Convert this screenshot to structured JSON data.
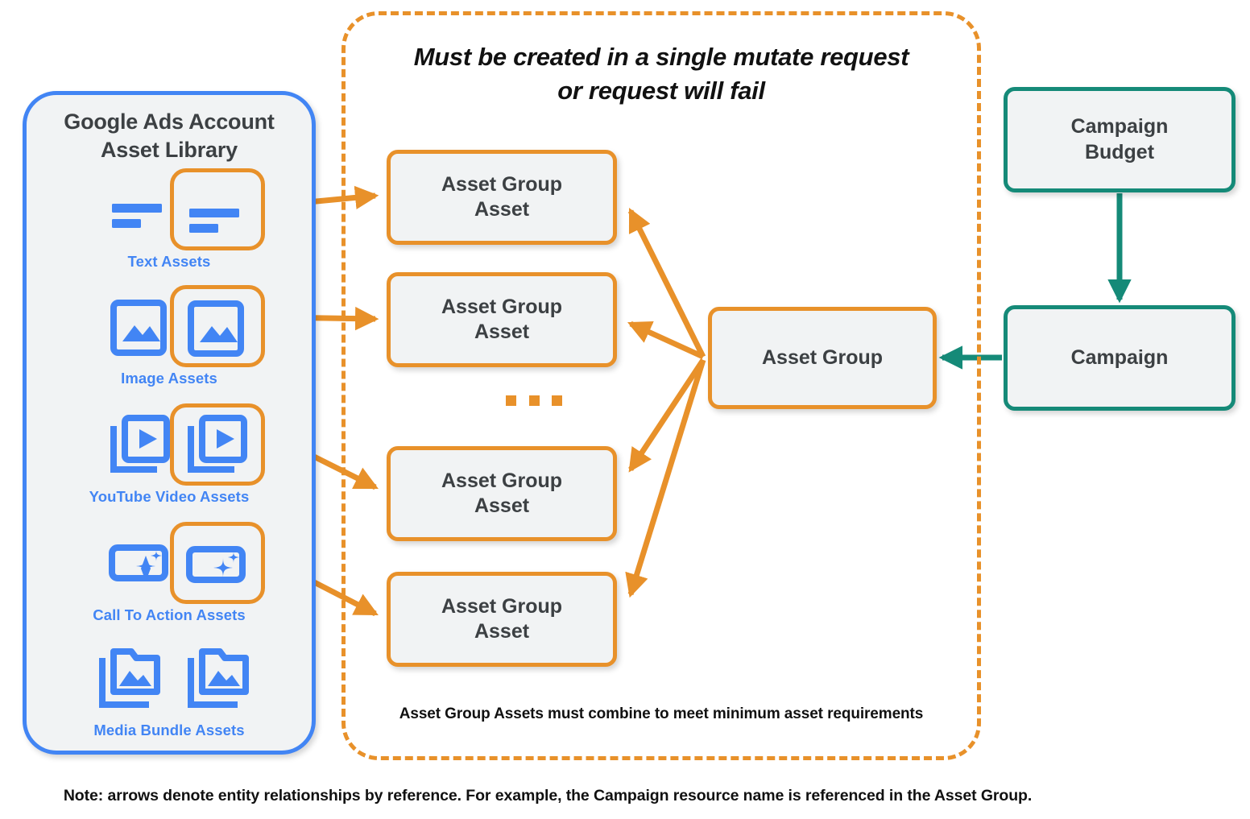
{
  "colors": {
    "orange": "#E8912A",
    "blue": "#4285F4",
    "teal": "#158A78",
    "node_fill": "#f1f3f4",
    "node_text": "#3c4043",
    "note_text": "#111111"
  },
  "asset_library": {
    "title_line1": "Google Ads Account",
    "title_line2": "Asset Library",
    "items": [
      {
        "label": "Text Assets",
        "icon": "text-lines-icon"
      },
      {
        "label": "Image Assets",
        "icon": "image-icon"
      },
      {
        "label": "YouTube Video  Assets",
        "icon": "video-stack-icon"
      },
      {
        "label": "Call To Action Assets",
        "icon": "call-to-action-sparkle-icon"
      },
      {
        "label": "Media Bundle  Assets",
        "icon": "media-bundle-folder-icon"
      }
    ]
  },
  "mutate_container": {
    "heading_line1": "Must be created in a single mutate request",
    "heading_line2": "or request will fail",
    "footnote": "Asset Group Assets must combine to meet minimum asset requirements",
    "ellipsis_dots": 3
  },
  "nodes": {
    "asset_group_assets": [
      {
        "line1": "Asset Group",
        "line2": "Asset"
      },
      {
        "line1": "Asset Group",
        "line2": "Asset"
      },
      {
        "line1": "Asset Group",
        "line2": "Asset"
      },
      {
        "line1": "Asset Group",
        "line2": "Asset"
      }
    ],
    "asset_group": "Asset Group",
    "campaign_budget_line1": "Campaign",
    "campaign_budget_line2": "Budget",
    "campaign": "Campaign"
  },
  "bottom_note": "Note: arrows denote entity relationships by reference. For example, the Campaign resource name is referenced in the Asset Group."
}
